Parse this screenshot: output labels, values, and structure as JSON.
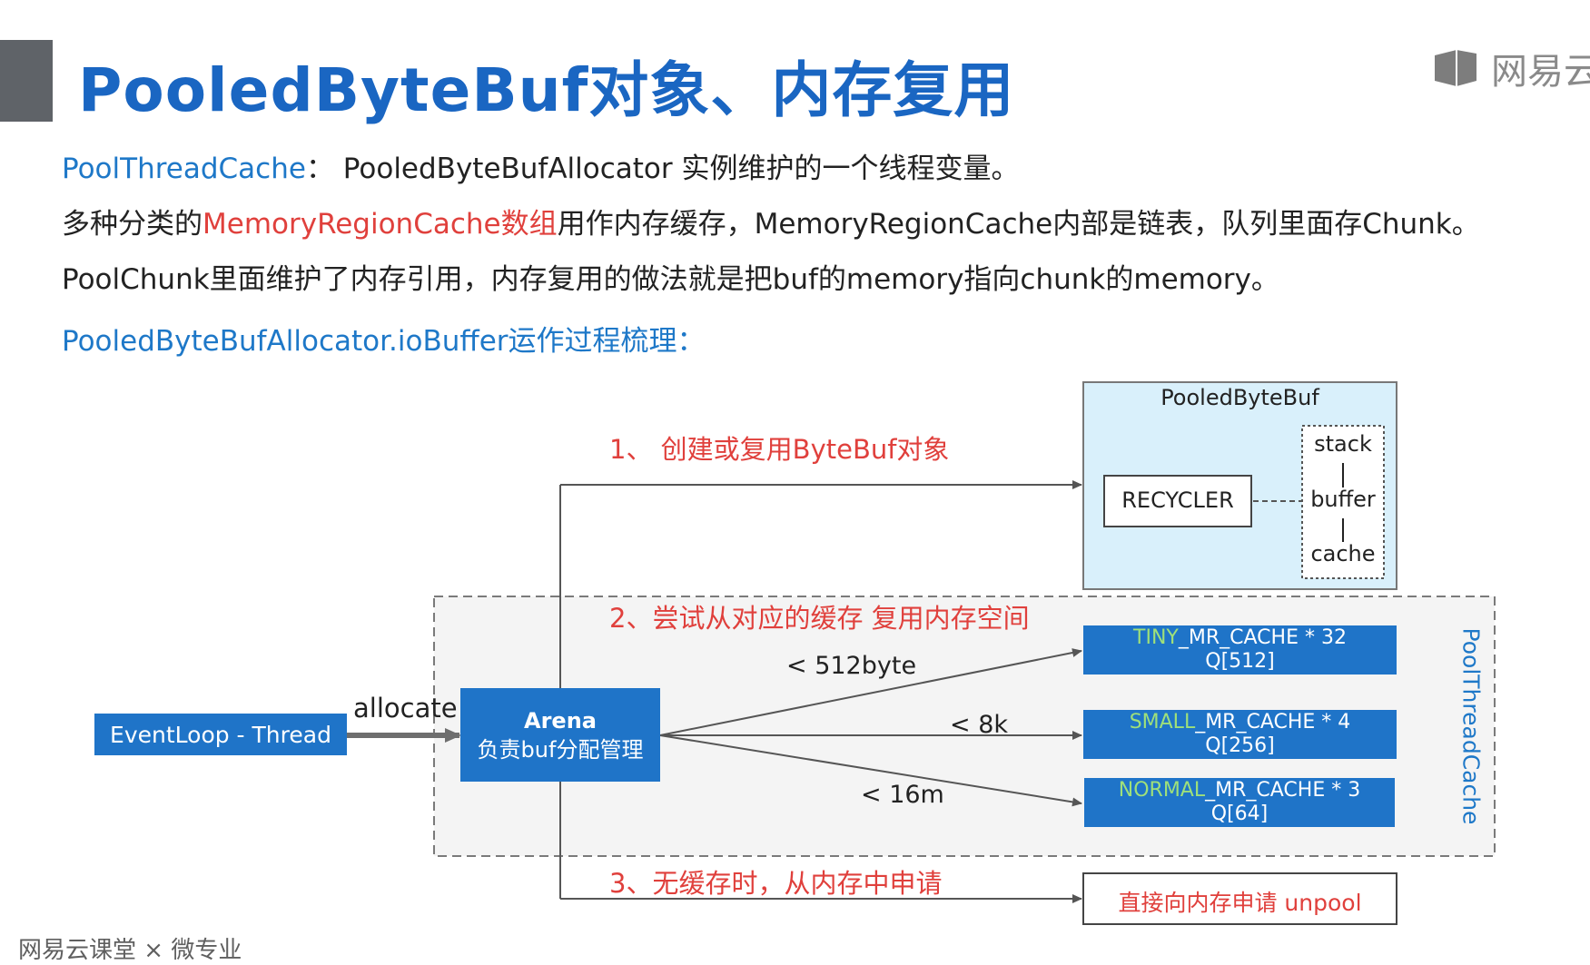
{
  "title": "PooledByteBuf对象、内存复用",
  "brand": {
    "name": "网易云"
  },
  "intro": {
    "line1_term": "PoolThreadCache",
    "line1_rest": "： PooledByteBufAllocator 实例维护的一个线程变量。",
    "line2_a": "多种分类的",
    "line2_red": "MemoryRegionCache数组",
    "line2_b": "用作内存缓存，MemoryRegionCache内部是链表，队列里面存Chunk。",
    "line3": "PoolChunk里面维护了内存引用，内存复用的做法就是把buf的memory指向chunk的memory。",
    "line4": "PooledByteBufAllocator.ioBuffer运作过程梳理："
  },
  "diagram": {
    "step1": "1、 创建或复用ByteBuf对象",
    "step2": "2、尝试从对应的缓存 复用内存空间",
    "step3": "3、无缓存时，从内存中申请",
    "eventloop": "EventLoop - Thread",
    "allocate": "allocate",
    "arena_title": "Arena",
    "arena_sub": "负责buf分配管理",
    "pooled_bytebuf": "PooledByteBuf",
    "recycler": "RECYCLER",
    "stack": "stack",
    "buffer": "buffer",
    "cache": "cache",
    "cond_512": "< 512byte",
    "cond_8k": "< 8k",
    "cond_16m": "< 16m",
    "tiny_green": "TINY",
    "tiny_rest": "_MR_CACHE * 32",
    "tiny_q": "Q[512]",
    "small_green": "SMALL",
    "small_rest": "_MR_CACHE  * 4",
    "small_q": "Q[256]",
    "normal_green": "NORMAL",
    "normal_rest": "_MR_CACHE * 3",
    "normal_q": "Q[64]",
    "poolthreadcache_label": "PoolThreadCache",
    "unpool": "直接向内存申请 unpool"
  },
  "footer": "网易云课堂 × 微专业",
  "colors": {
    "title_blue": "#1a66c2",
    "box_blue": "#1f74c8",
    "red": "#d2342f",
    "green": "#9fe07a",
    "light_blue_fill": "#d9f0fb"
  }
}
